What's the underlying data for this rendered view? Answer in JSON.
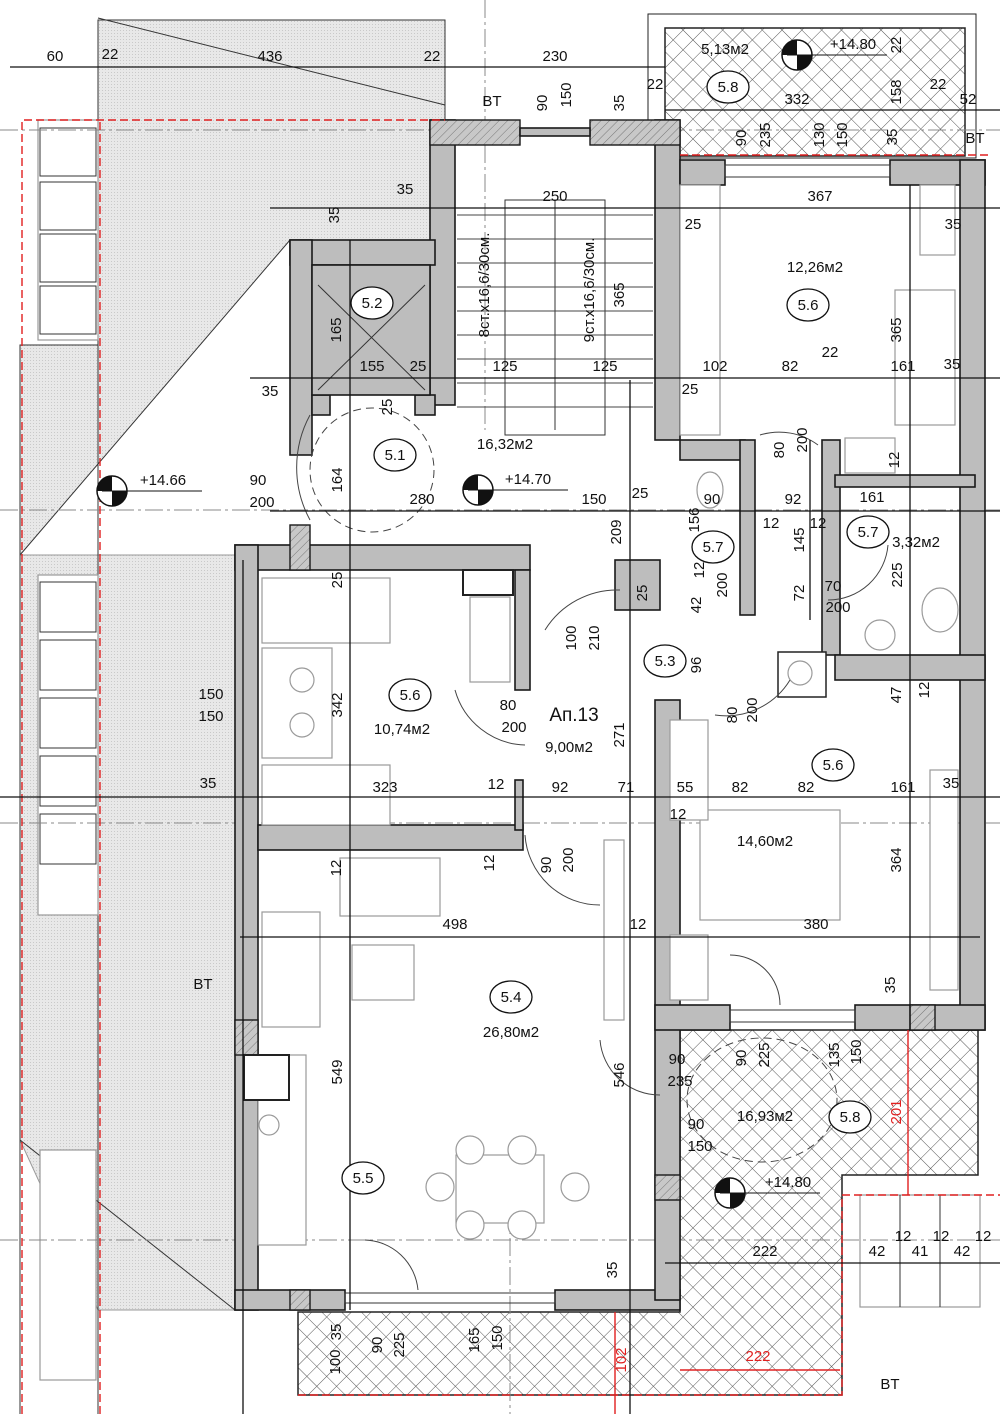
{
  "apartment": "Ап.13",
  "colors": {
    "walls": "#bdbdbd",
    "lines": "#111111",
    "red_boundary": "#e02020",
    "roof_fill": "#e4e4e4"
  },
  "room_tags": [
    "5.8",
    "5.2",
    "5.6",
    "5.1",
    "5.7",
    "5.7",
    "5.3",
    "5.6",
    "5.6",
    "5.4",
    "5.8",
    "5.5"
  ],
  "areas": [
    "5,13м2",
    "12,26м2",
    "16,32м2",
    "3,32м2",
    "10,74м2",
    "9,00м2",
    "14,60м2",
    "26,80м2",
    "16,93м2"
  ],
  "levels": [
    "+14.80",
    "+14.70",
    "+14.66",
    "+14.80"
  ],
  "stairs": [
    "8ст.x16,6/30см.",
    "9ст.x16,6/30см."
  ],
  "bt_marks": [
    "BT",
    "BT",
    "BT",
    "BT"
  ],
  "dimensions": [
    "60",
    "22",
    "436",
    "22",
    "230",
    "22",
    "52",
    "22",
    "332",
    "158",
    "22",
    "90",
    "150",
    "35",
    "90",
    "235",
    "130",
    "150",
    "35",
    "35",
    "250",
    "367",
    "35",
    "25",
    "35",
    "165",
    "365",
    "365",
    "155",
    "25",
    "125",
    "125",
    "102",
    "82",
    "22",
    "161",
    "35",
    "35",
    "25",
    "25",
    "80",
    "200",
    "12",
    "90",
    "200",
    "164",
    "280",
    "150",
    "25",
    "90",
    "92",
    "161",
    "156",
    "12",
    "145",
    "12",
    "209",
    "25",
    "12",
    "200",
    "225",
    "25",
    "70",
    "200",
    "72",
    "42",
    "100",
    "210",
    "96",
    "47",
    "12",
    "342",
    "150",
    "150",
    "80",
    "200",
    "80",
    "200",
    "271",
    "35",
    "323",
    "12",
    "92",
    "71",
    "55",
    "82",
    "82",
    "161",
    "35",
    "12",
    "90",
    "200",
    "12",
    "12",
    "364",
    "498",
    "12",
    "380",
    "35",
    "546",
    "90",
    "235",
    "90",
    "225",
    "135",
    "150",
    "201",
    "549",
    "90",
    "150",
    "222",
    "42",
    "41",
    "42",
    "12",
    "12",
    "12",
    "35",
    "35",
    "100",
    "90",
    "225",
    "165",
    "150",
    "102",
    "222"
  ]
}
